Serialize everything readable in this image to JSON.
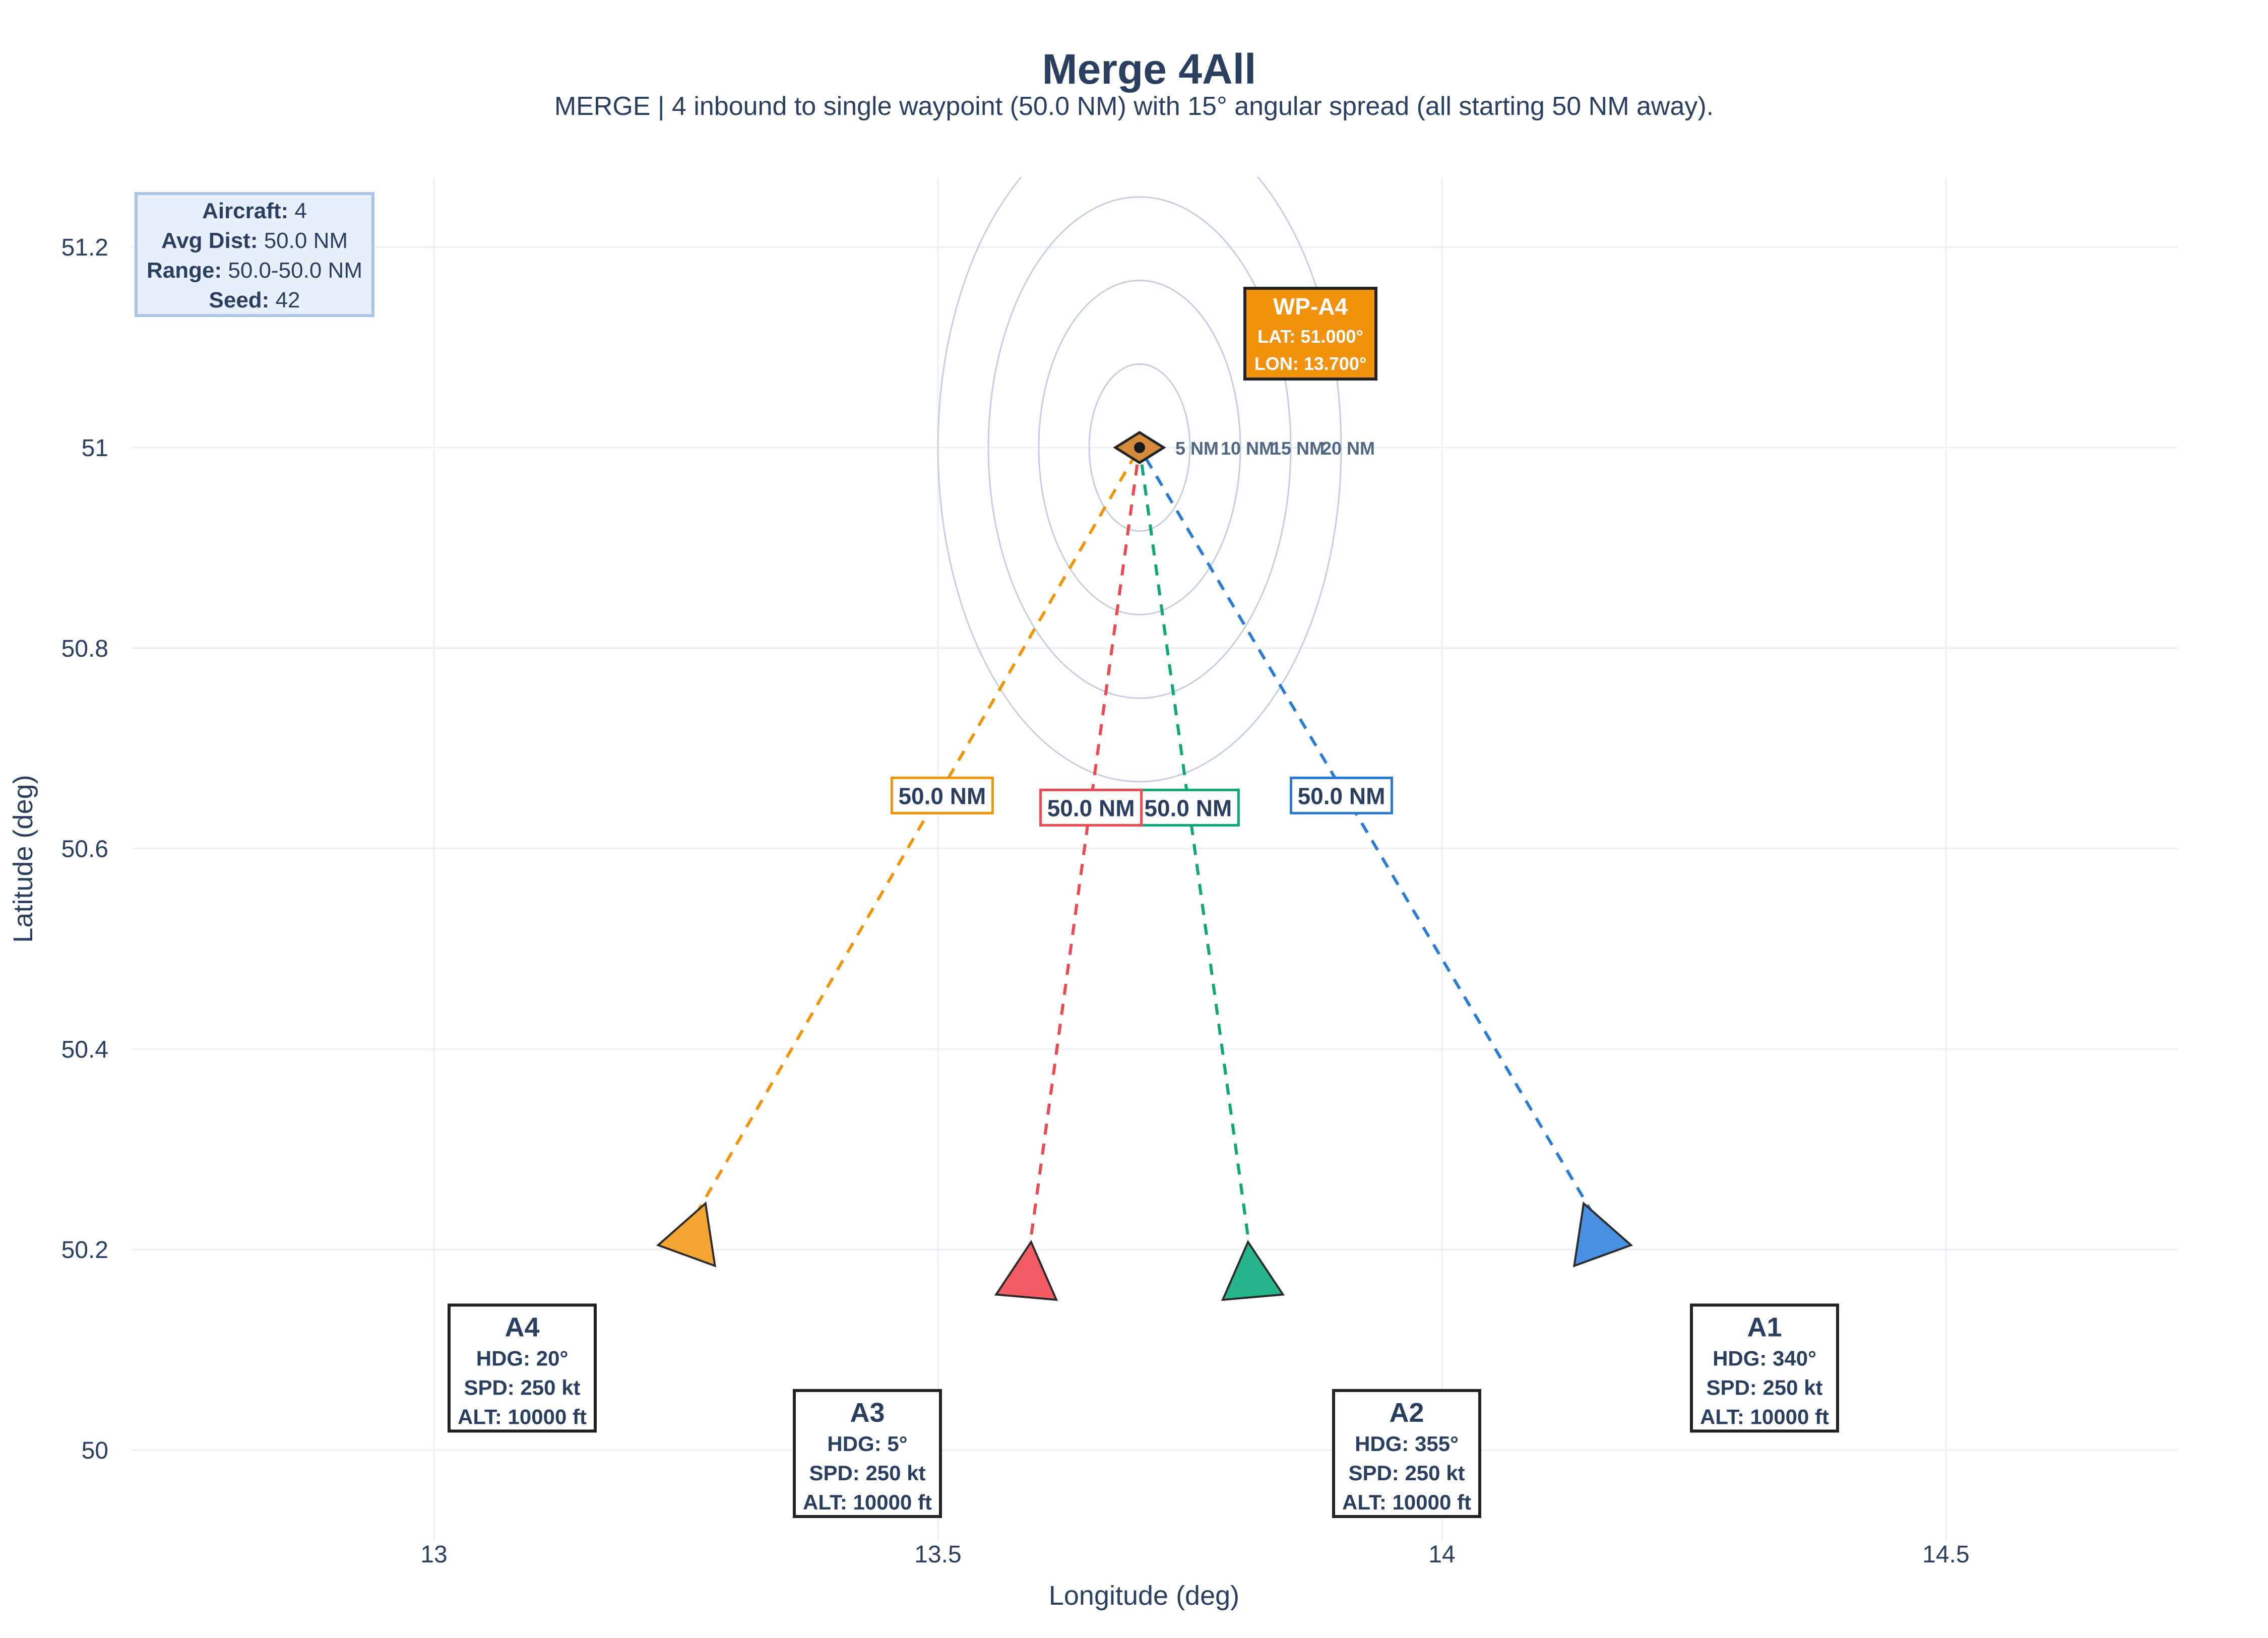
{
  "chart_data": {
    "type": "scatter",
    "title": "Merge 4All",
    "subtitle": "MERGE | 4 inbound to single waypoint (50.0 NM) with 15° angular spread (all starting 50 NM away).",
    "xlabel": "Longitude (deg)",
    "ylabel": "Latitude (deg)",
    "xlim": [
      12.7,
      14.73
    ],
    "ylim": [
      49.91,
      51.27
    ],
    "x_ticks": [
      13,
      13.5,
      14,
      14.5
    ],
    "y_ticks": [
      50,
      50.2,
      50.4,
      50.6,
      50.8,
      51,
      51.2
    ],
    "x_tick_labels": [
      "13",
      "13.5",
      "14",
      "14.5"
    ],
    "y_tick_labels": [
      "50",
      "50.2",
      "50.4",
      "50.6",
      "50.8",
      "51",
      "51.2"
    ],
    "grid": true,
    "waypoint": {
      "name": "WP-A4",
      "lat": 51.0,
      "lon": 13.7,
      "lat_label": "LAT: 51.000°",
      "lon_label": "LON: 13.700°",
      "color": "#f2920c"
    },
    "range_rings": [
      {
        "label": "5 NM",
        "radius_lat": 0.0833
      },
      {
        "label": "10 NM",
        "radius_lat": 0.1667
      },
      {
        "label": "15 NM",
        "radius_lat": 0.25
      },
      {
        "label": "20 NM",
        "radius_lat": 0.3333
      }
    ],
    "aircraft": [
      {
        "id": "A1",
        "lat": 50.22,
        "lon": 14.15,
        "heading_deg": 340,
        "hdg": "HDG: 340°",
        "spd": "SPD: 250 kt",
        "alt": "ALT: 10000 ft",
        "dist_label": "50.0 NM",
        "color": "#2a7bd4",
        "fill": "#4a90e2"
      },
      {
        "id": "A2",
        "lat": 50.18,
        "lon": 13.81,
        "heading_deg": 355,
        "hdg": "HDG: 355°",
        "spd": "SPD: 250 kt",
        "alt": "ALT: 10000 ft",
        "dist_label": "50.0 NM",
        "color": "#0fa77a",
        "fill": "#26b68d"
      },
      {
        "id": "A3",
        "lat": 50.18,
        "lon": 13.59,
        "heading_deg": 5,
        "hdg": "HDG: 5°",
        "spd": "SPD: 250 kt",
        "alt": "ALT: 10000 ft",
        "dist_label": "50.0 NM",
        "color": "#ea4a50",
        "fill": "#f25c62"
      },
      {
        "id": "A4",
        "lat": 50.22,
        "lon": 13.26,
        "heading_deg": 20,
        "hdg": "HDG: 20°",
        "spd": "SPD: 250 kt",
        "alt": "ALT: 10000 ft",
        "dist_label": "50.0 NM",
        "color": "#f0950a",
        "fill": "#f4a430"
      }
    ],
    "stats": {
      "aircraft_key": "Aircraft:",
      "aircraft_val": "4",
      "avg_key": "Avg Dist:",
      "avg_val": "50.0 NM",
      "range_key": "Range:",
      "range_val": "50.0-50.0 NM",
      "seed_key": "Seed:",
      "seed_val": "42"
    }
  }
}
